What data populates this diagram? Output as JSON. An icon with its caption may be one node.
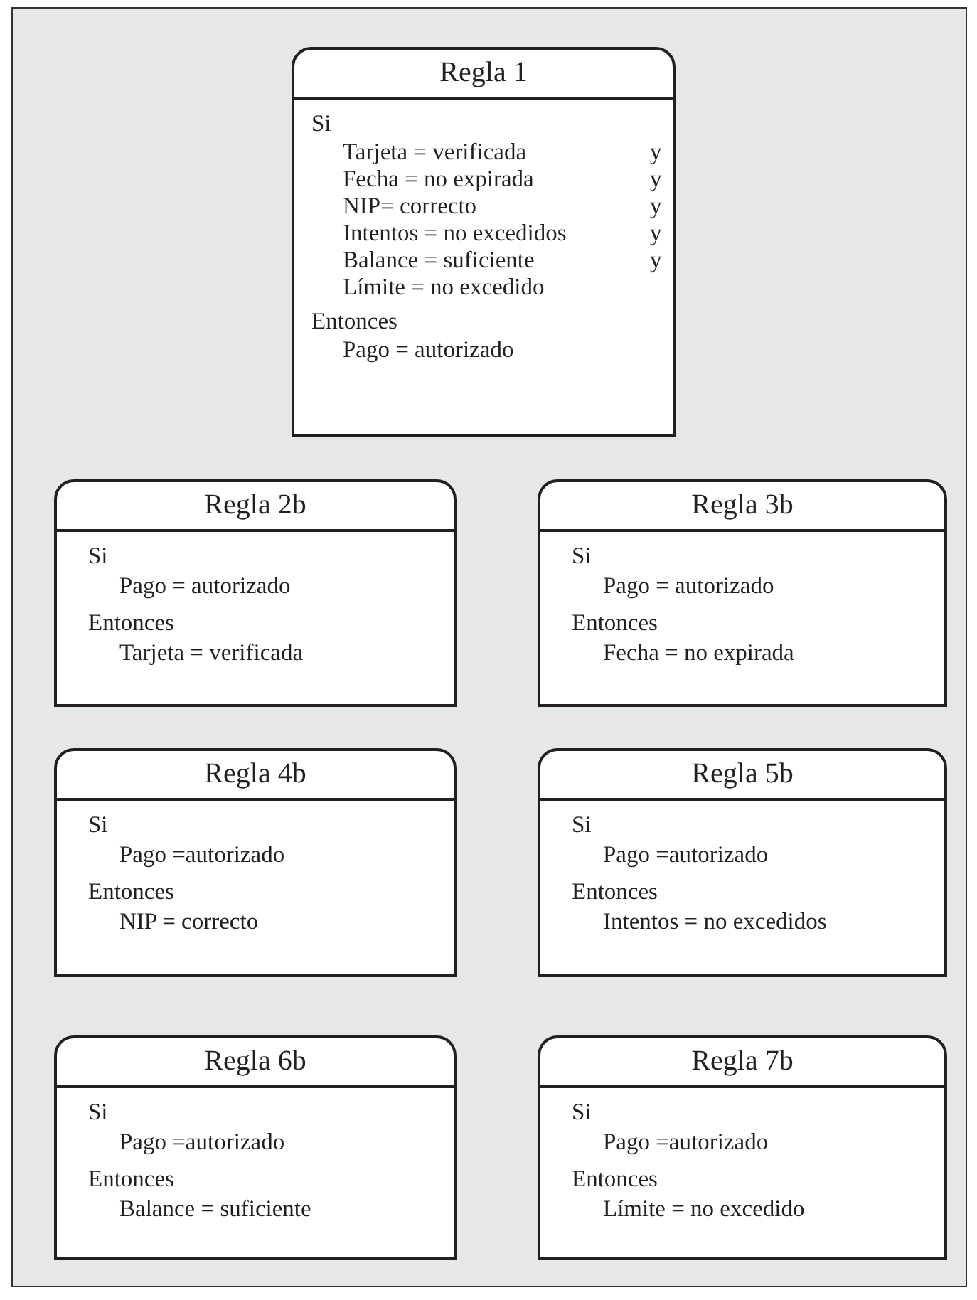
{
  "diagram": {
    "nodes": [
      {
        "text": [
          "Regla 1",
          "Si",
          "Tarjeta = verificada",
          "y",
          "Fecha = no expirada",
          "y",
          "NIP= correcto",
          "y",
          "Intentos = no excedidos",
          "y",
          "Balance = suficiente",
          "y",
          "Límite = no excedido",
          "Entonces",
          "Pago = autorizado"
        ]
      },
      {
        "text": [
          "Regla 2b",
          "Si",
          "Pago = autorizado",
          "Entonces",
          "Tarjeta = verificada"
        ]
      },
      {
        "text": [
          "Regla 3b",
          "Si",
          "Pago = autorizado",
          "Entonces",
          "Fecha = no expirada"
        ]
      },
      {
        "text": [
          "Regla 4b",
          "Si",
          "Pago =autorizado",
          "Entonces",
          "NIP = correcto"
        ]
      },
      {
        "text": [
          "Regla 5b",
          "Si",
          "Pago =autorizado",
          "Entonces",
          "Intentos = no excedidos"
        ]
      },
      {
        "text": [
          "Regla 6b",
          "Si",
          "Pago =autorizado",
          "Entonces",
          "Balance = suficiente"
        ]
      },
      {
        "text": [
          "Regla 7b",
          "Si",
          "Pago =autorizado",
          "Entonces",
          "Límite = no excedido"
        ]
      }
    ]
  }
}
